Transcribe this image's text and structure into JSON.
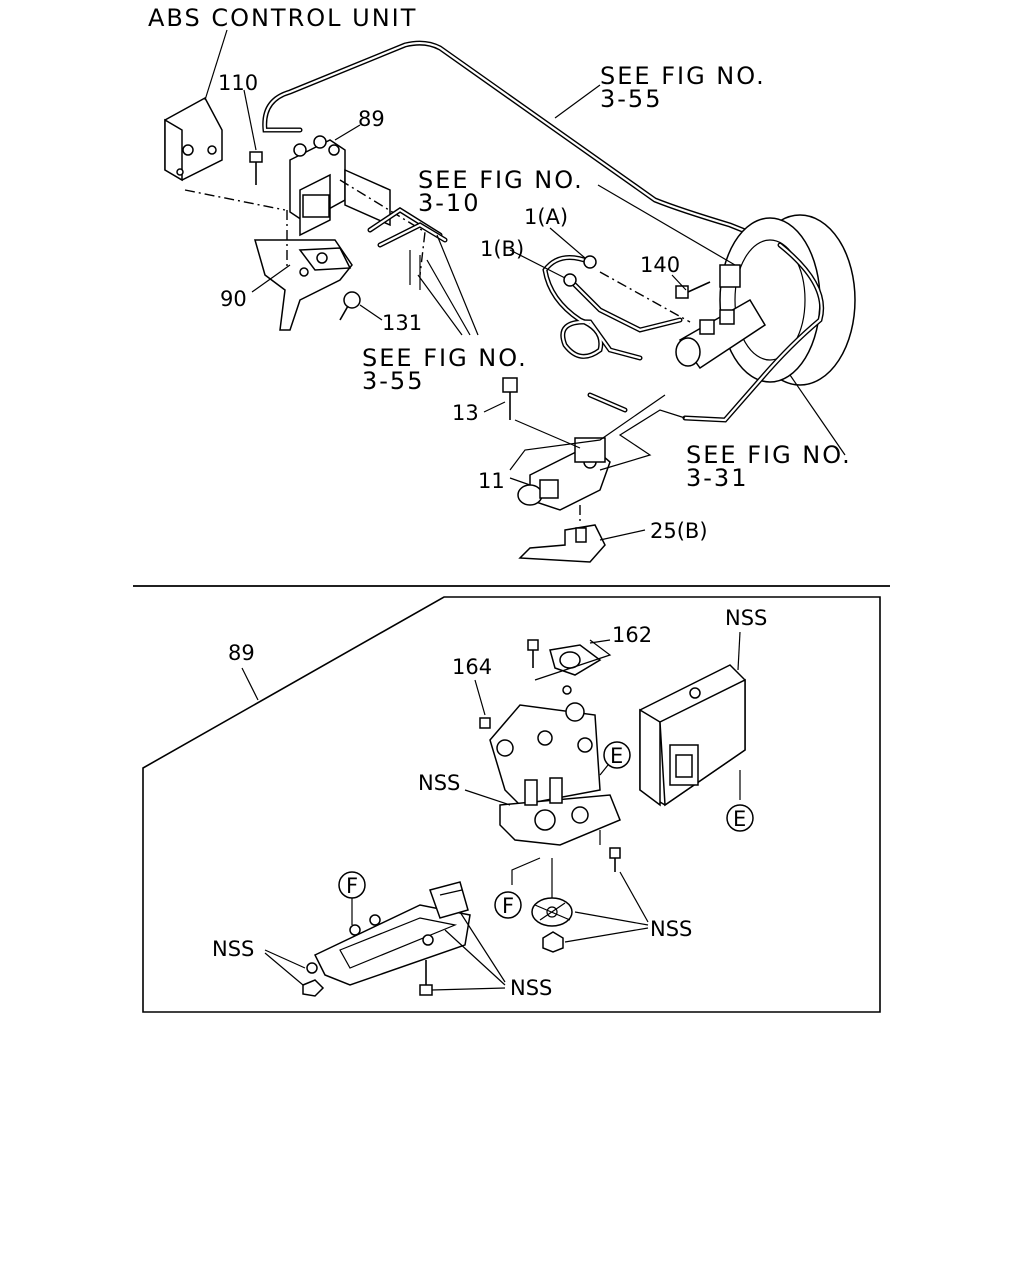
{
  "labels": {
    "abs_control_unit": "ABS CONTROL UNIT",
    "see_fig_top_line1": "SEE FIG NO.",
    "see_fig_top_line2": "3-55",
    "see_fig_310_line1": "SEE FIG NO.",
    "see_fig_310_line2": "3-10",
    "see_fig_355b_line1": "SEE FIG NO.",
    "see_fig_355b_line2": "3-55",
    "see_fig_331_line1": "SEE FIG NO.",
    "see_fig_331_line2": "3-31",
    "part_110": "110",
    "part_89_top": "89",
    "part_90": "90",
    "part_131": "131",
    "part_1a": "1(A)",
    "part_1b": "1(B)",
    "part_140": "140",
    "part_13": "13",
    "part_11": "11",
    "part_25b": "25(B)",
    "part_89_detail": "89",
    "part_162": "162",
    "part_164": "164",
    "nss_top_right": "NSS",
    "nss_modulator": "NSS",
    "nss_filter": "NSS",
    "nss_bottom": "NSS",
    "nss_bottom_left": "NSS",
    "ref_e_left": "E",
    "ref_e_right": "E",
    "ref_f_top": "F",
    "ref_f_bottom": "F"
  },
  "icons": [
    "abs-control-unit",
    "hydraulic-modulator",
    "master-cylinder",
    "brake-booster",
    "proportioning-valve",
    "bracket",
    "bolt"
  ]
}
